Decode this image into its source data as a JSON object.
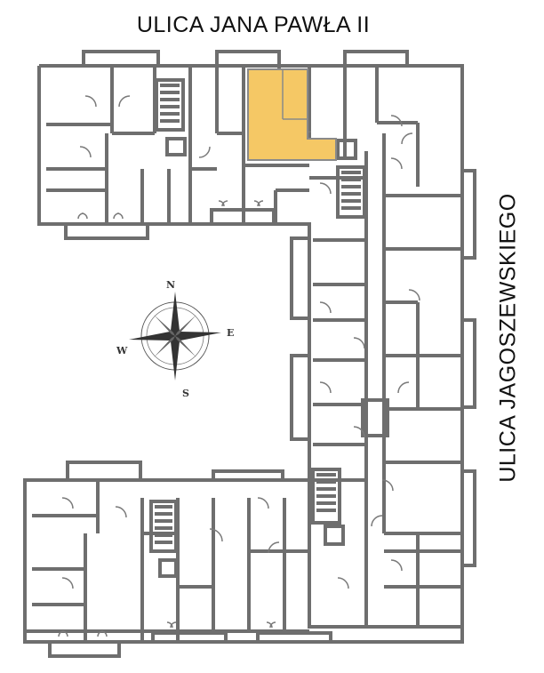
{
  "streets": {
    "top": "ULICA  JANA PAWŁA II",
    "right": "ULICA  JAGOSZEWSKIEGO"
  },
  "compass": {
    "north": "N",
    "east": "E",
    "south": "S",
    "west": "W"
  },
  "colors": {
    "wall": "#6e6e6e",
    "highlight": "#f5c865",
    "highlight_border": "#8a8a8a",
    "background": "#ffffff"
  },
  "highlighted_unit": "selected-apartment"
}
